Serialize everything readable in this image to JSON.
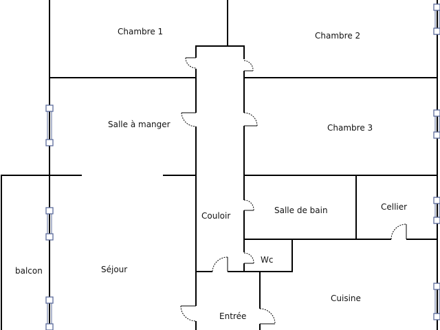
{
  "plan": {
    "rooms": [
      {
        "id": "chambre-1",
        "label": "Chambre 1"
      },
      {
        "id": "chambre-2",
        "label": "Chambre 2"
      },
      {
        "id": "salle-a-manger",
        "label": "Salle à manger"
      },
      {
        "id": "chambre-3",
        "label": "Chambre 3"
      },
      {
        "id": "couloir",
        "label": "Couloir"
      },
      {
        "id": "salle-de-bain",
        "label": "Salle de bain"
      },
      {
        "id": "cellier",
        "label": "Cellier"
      },
      {
        "id": "balcon",
        "label": "balcon"
      },
      {
        "id": "sejour",
        "label": "Séjour"
      },
      {
        "id": "wc",
        "label": "Wc"
      },
      {
        "id": "cuisine",
        "label": "Cuisine"
      },
      {
        "id": "entree",
        "label": "Entrée"
      }
    ],
    "colors": {
      "walls": "#000000",
      "windows": "#5a6a9a",
      "background": "#ffffff"
    }
  }
}
